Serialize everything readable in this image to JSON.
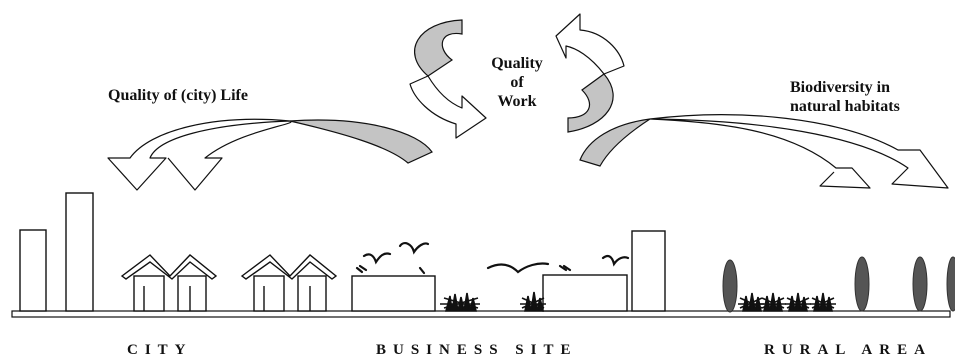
{
  "labels": {
    "quality_city_life": "Quality of (city) Life",
    "quality_of_work": [
      "Quality",
      "of",
      "Work"
    ],
    "biodiversity": [
      "Biodiversity in",
      "natural habitats"
    ]
  },
  "zones": {
    "city": "CITY",
    "business_site": "BUSINESS SITE",
    "rural_area": "RURAL AREA"
  },
  "colors": {
    "arrow_shaded": "#c4c4c4",
    "tree": "#555555",
    "stroke": "#111111"
  }
}
